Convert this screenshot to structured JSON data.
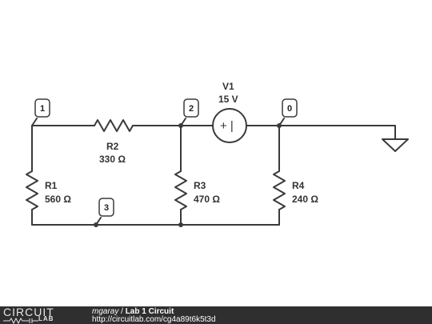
{
  "components": {
    "r1": {
      "name": "R1",
      "value": "560 Ω"
    },
    "r2": {
      "name": "R2",
      "value": "330 Ω"
    },
    "r3": {
      "name": "R3",
      "value": "470 Ω"
    },
    "r4": {
      "name": "R4",
      "value": "240 Ω"
    },
    "v1": {
      "name": "V1",
      "value": "15 V",
      "symbol": "+ |"
    }
  },
  "nodes": {
    "n1": "1",
    "n2": "2",
    "n0": "0",
    "n3": "3"
  },
  "footer": {
    "logo_top": "CIRCUIT",
    "logo_bottom": "LAB",
    "user": "mgaray",
    "separator": "/",
    "title": "Lab 1 Circuit",
    "url": "http://circuitlab.com/cg4a89t6k5t3d"
  },
  "colors": {
    "wire": "#3a3a3a",
    "footer_bg": "#2f2f2f",
    "footer_text": "#ffffff"
  }
}
